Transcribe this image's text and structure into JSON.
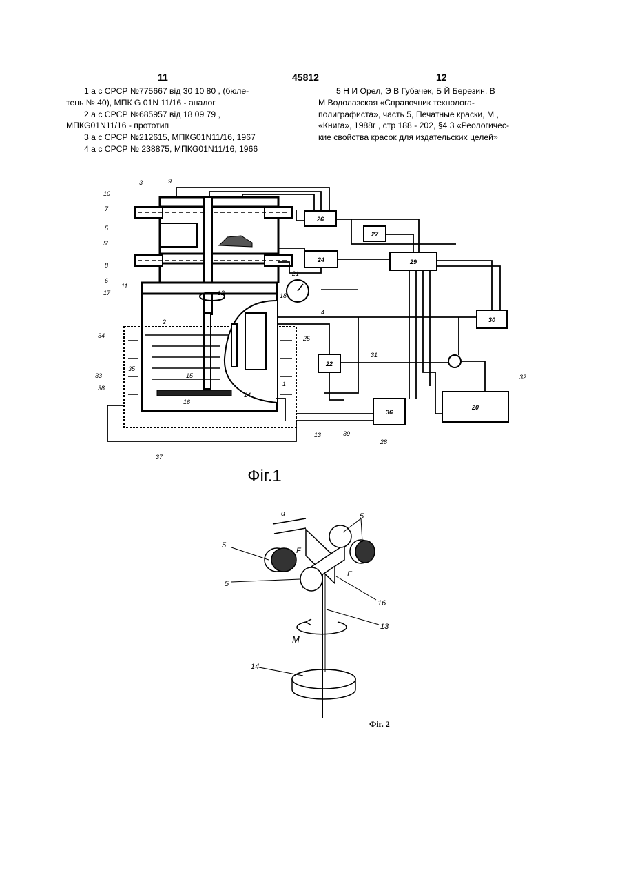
{
  "header": {
    "page_left": "11",
    "patent_number": "45812",
    "page_right": "12"
  },
  "references_left": [
    "1 а с СРСР №775667 від 30 10 80 , (бюле-",
    "тень № 40), МПК G 01N 11/16 - аналог",
    "2 а с СРСР №685957 від 18 09 79 ,",
    "МПКG01N11/16 - прототип",
    "3 а с СРСР №212615, МПКG01N11/16, 1967",
    "4 а с СРСР № 238875, МПКG01N11/16, 1966"
  ],
  "references_right": [
    "5 Н И Орел, Э В Губачек, Б Й Березин, В",
    "М Водолазская «Справочник технолога-",
    "полиграфиста», часть 5, Печатные краски, М ,",
    "«Книга», 1988г , стр 188 - 202, §4 3 «Реологичес-",
    "кие свойства красок для издательских целей»"
  ],
  "figure1": {
    "caption": "Фіг.1",
    "block_labels": [
      "26",
      "27",
      "24",
      "29",
      "30",
      "22",
      "36",
      "20"
    ],
    "callouts": [
      "3",
      "9",
      "10",
      "7",
      "5",
      "5'",
      "8",
      "6",
      "11",
      "17",
      "34",
      "33",
      "35",
      "38",
      "37",
      "2",
      "15",
      "14",
      "16",
      "21",
      "12",
      "4",
      "18",
      "31",
      "25",
      "39",
      "28",
      "32",
      "13",
      "1"
    ]
  },
  "figure2": {
    "caption": "Фіг. 2",
    "labels": {
      "alpha": "α",
      "roller": "5",
      "force": "F",
      "blade": "16",
      "shaft": "13",
      "moment": "M",
      "disk": "14"
    }
  }
}
